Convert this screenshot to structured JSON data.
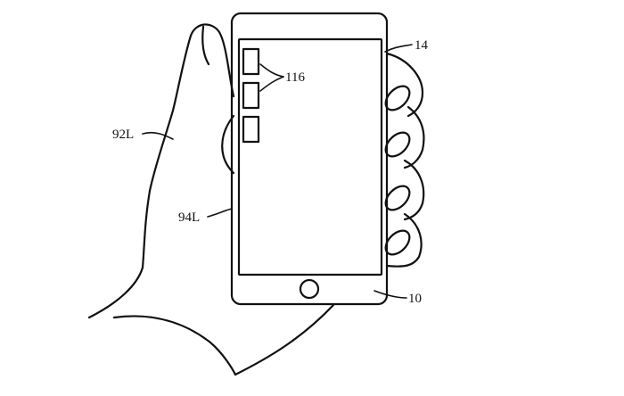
{
  "labels": {
    "hand": "92L",
    "palm_edge": "94L",
    "icons": "116",
    "display": "14",
    "device": "10"
  },
  "colors": {
    "stroke": "#111111",
    "background": "#ffffff"
  }
}
